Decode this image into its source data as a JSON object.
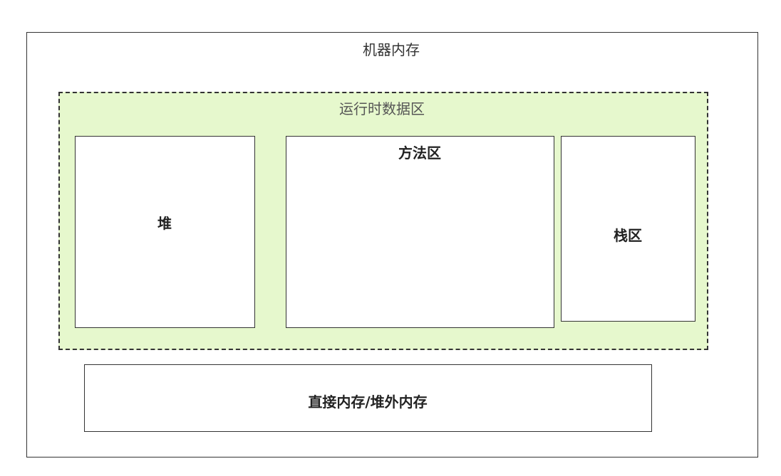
{
  "diagram": {
    "machine_memory_label": "机器内存",
    "runtime_area_label": "运行时数据区",
    "heap_label": "堆",
    "method_area_label": "方法区",
    "stack_area_label": "栈区",
    "direct_memory_label": "直接内存/堆外内存"
  },
  "colors": {
    "runtime_area_fill": "#e6f8cd",
    "border": "#333333",
    "box_fill": "#ffffff"
  }
}
